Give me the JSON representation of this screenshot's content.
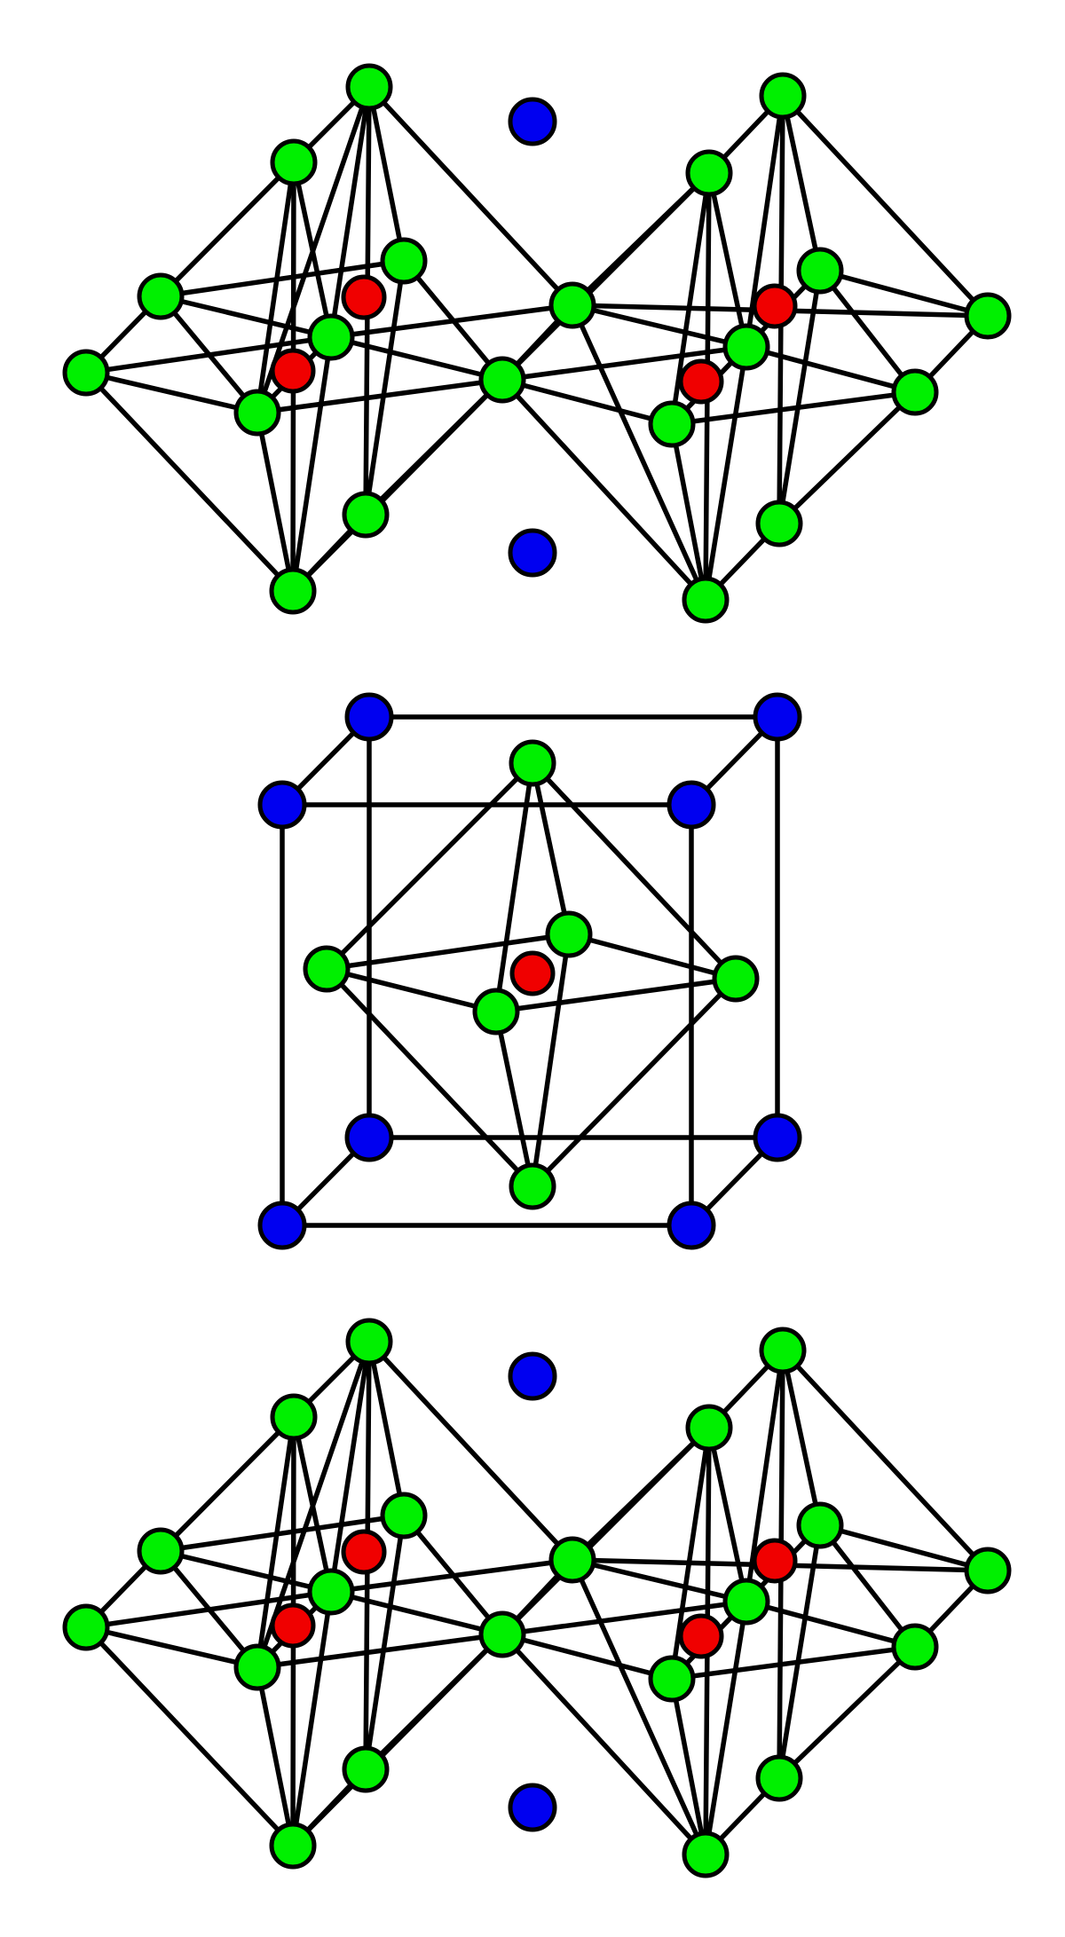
{
  "atom_colors": {
    "anion": "#00f000",
    "cation_a": "#0000f0",
    "cation_b": "#f00000"
  },
  "panels": [
    {
      "id": "top-corner-sharing-octahedra",
      "kind": "double-octahedron"
    },
    {
      "id": "middle-perovskite-unit-cell",
      "kind": "cube-with-octahedron"
    },
    {
      "id": "bottom-corner-sharing-octahedra",
      "kind": "double-octahedron"
    }
  ]
}
